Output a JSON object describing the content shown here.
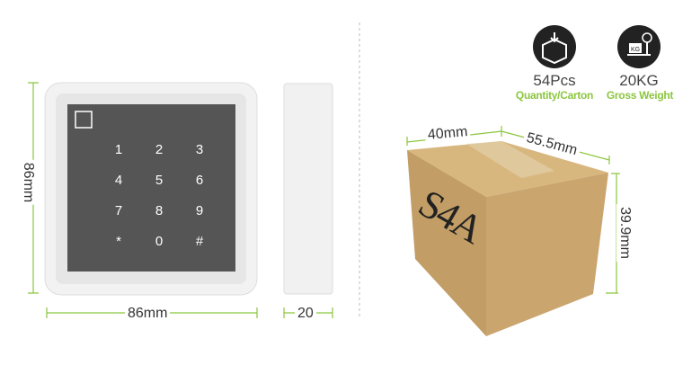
{
  "keypad": {
    "keys": [
      "1",
      "2",
      "3",
      "4",
      "5",
      "6",
      "7",
      "8",
      "9",
      "*",
      "0",
      "#"
    ]
  },
  "dimensions": {
    "height": "86mm",
    "width": "86mm",
    "depth": "20",
    "box_width": "40mm",
    "box_length": "55.5mm",
    "box_height": "39.9mm"
  },
  "box_label": "S4A",
  "specs": [
    {
      "icon": "box-icon",
      "value": "54Pcs",
      "label": "Quantity/Carton"
    },
    {
      "icon": "scale-icon",
      "value": "20KG",
      "label": "Gross Weight",
      "icon_text": "KG"
    }
  ],
  "colors": {
    "accent": "#8cc63f",
    "panel": "#555555",
    "box": "#c9a56e"
  }
}
